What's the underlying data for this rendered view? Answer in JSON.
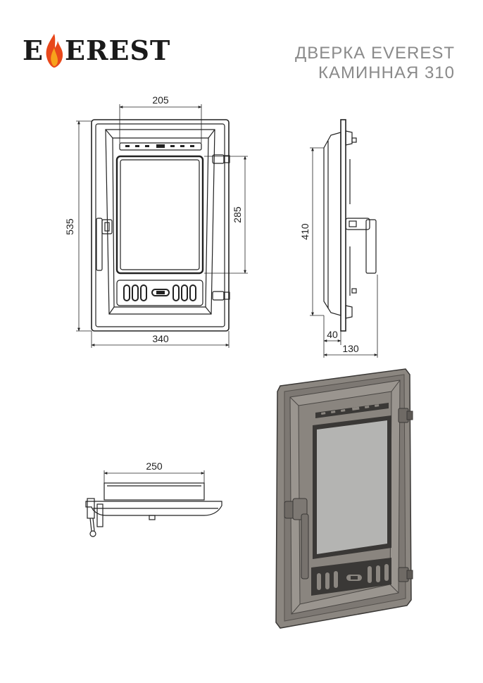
{
  "brand": {
    "logo_text": "EVEREST",
    "flame_color": "#e8481b",
    "flame_inner_color": "#f7a21b"
  },
  "title": {
    "line1": "ДВЕРКА EVEREST",
    "line2": "КАМИННАЯ 310",
    "color": "#8a8a8a"
  },
  "dimensions": {
    "front_top_width": "205",
    "front_height": "535",
    "front_glass_height": "285",
    "front_width": "340",
    "side_height": "410",
    "side_depth_small": "40",
    "side_depth_total": "130",
    "top_width": "250"
  },
  "colors": {
    "line": "#222222",
    "render_body": "#8b8680",
    "render_dark": "#3a3836",
    "render_glass": "#b4b4b2"
  }
}
